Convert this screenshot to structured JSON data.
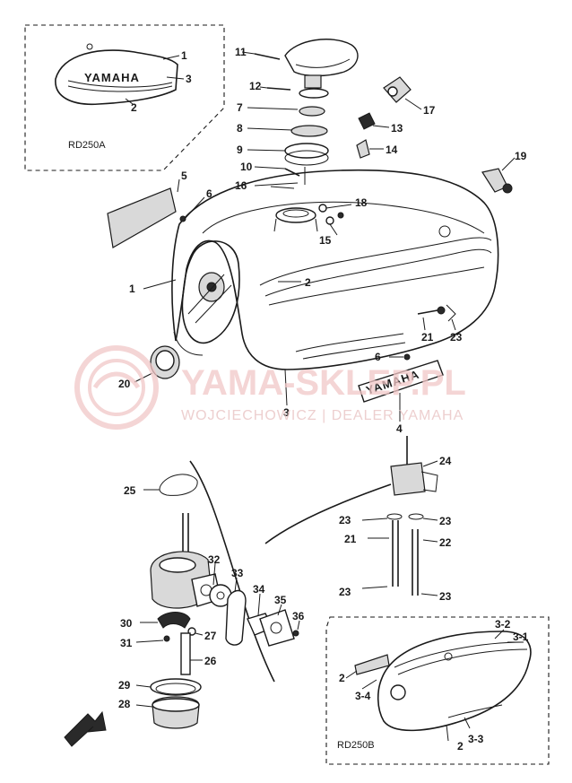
{
  "watermark": {
    "brand": "YAMA-SKLEP.PL",
    "tagline": "WOJCIECHOWICZ | DEALER YAMAHA"
  },
  "insets": {
    "top_left_model": "RD250A",
    "bottom_right_model": "RD250B"
  },
  "emblems": {
    "tank_emblem": "YAMAHA",
    "inset_emblem": "YAMAHA"
  },
  "callouts": {
    "inset_a_1": "1",
    "inset_a_3": "3",
    "inset_a_2": "2",
    "p11": "11",
    "p12": "12",
    "p7": "7",
    "p8": "8",
    "p9": "9",
    "p10": "10",
    "p17": "17",
    "p13": "13",
    "p14": "14",
    "p19": "19",
    "p5": "5",
    "p6a": "6",
    "p16": "16",
    "p18": "18",
    "p15": "15",
    "p1": "1",
    "p2": "2",
    "p3": "3",
    "p4": "4",
    "p6b": "6",
    "p21a": "21",
    "p23a": "23",
    "p20": "20",
    "p24": "24",
    "p25": "25",
    "p23b": "23",
    "p23c": "23",
    "p21b": "21",
    "p22": "22",
    "p23d": "23",
    "p23e": "23",
    "p32": "32",
    "p33": "33",
    "p34": "34",
    "p35": "35",
    "p36": "36",
    "p30": "30",
    "p27": "27",
    "p31": "31",
    "p26": "26",
    "p29": "29",
    "p28": "28",
    "p3_2": "3-2",
    "p3_1": "3-1",
    "p2b": "2",
    "p3_4": "3-4",
    "p2c": "2",
    "p3_3": "3-3"
  },
  "icons": {
    "direction_arrow": "front-direction-arrow-icon"
  },
  "colors": {
    "line": "#1a1a1a",
    "watermark": "#f1c7c7"
  }
}
